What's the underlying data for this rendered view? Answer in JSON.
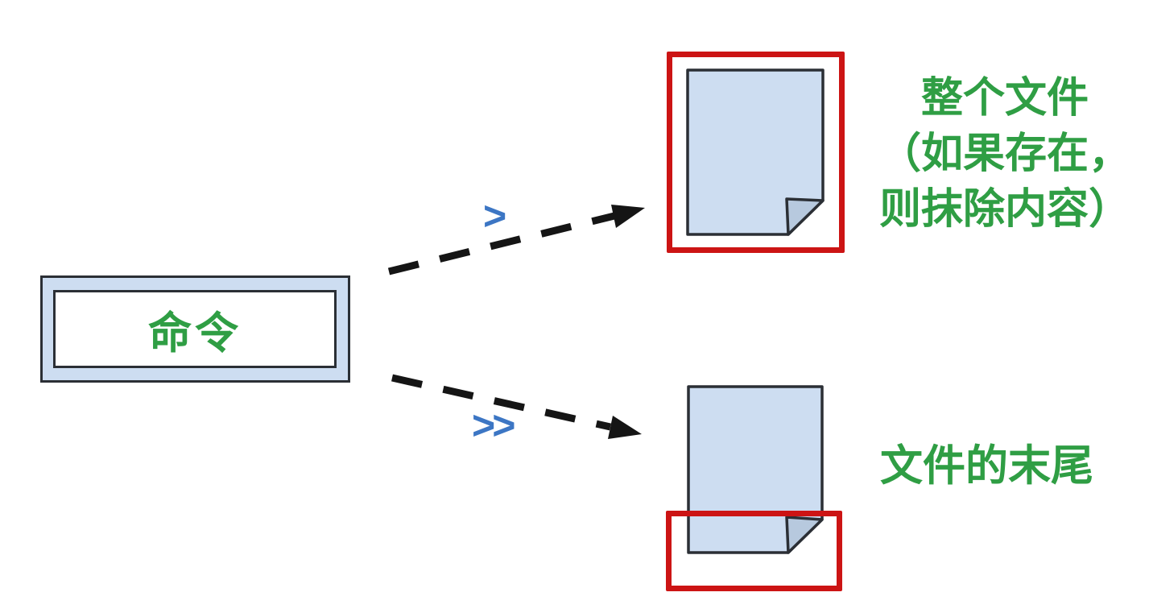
{
  "command_box": {
    "label": "命令"
  },
  "branches": {
    "overwrite": {
      "operator": ">",
      "label_lines": [
        "整个文件",
        "（如果存在，",
        "则抹除内容）"
      ]
    },
    "append": {
      "operator": ">>",
      "label": "文件的末尾"
    }
  },
  "colors": {
    "annotation_green": "#2f9e44",
    "operator_blue": "#3c76c4",
    "highlight_red": "#cc1414",
    "page_fill": "#cdddf1",
    "page_fold_fill": "#b7c9de",
    "outline_dark": "#2b2f35",
    "arrow_black": "#151515",
    "background": "#ffffff"
  }
}
